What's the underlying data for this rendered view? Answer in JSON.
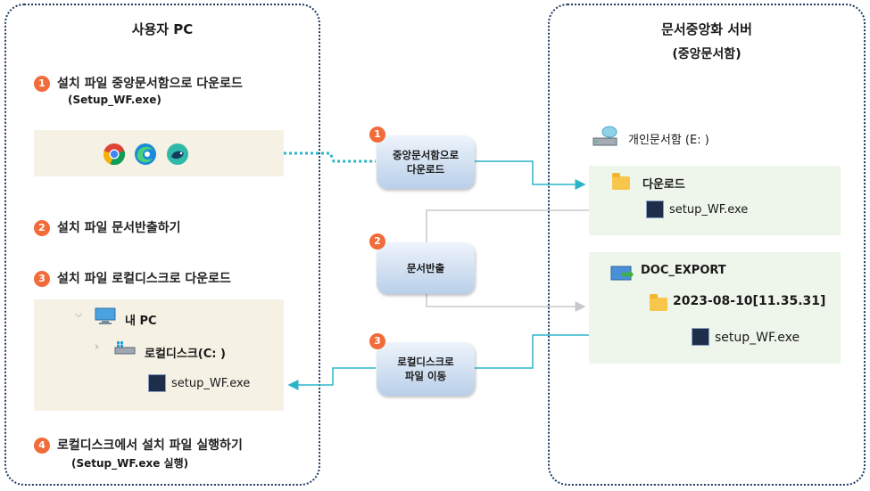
{
  "left_panel": {
    "title": "사용자 PC",
    "step1": {
      "num": "1",
      "text": "설치 파일 중앙문서함으로 다운로드",
      "sub": "(Setup_WF.exe)"
    },
    "browsers": [
      "chrome-icon",
      "edge-icon",
      "whale-icon"
    ],
    "step2": {
      "num": "2",
      "text": "설치 파일 문서반출하기"
    },
    "step3": {
      "num": "3",
      "text": "설치 파일 로컬디스크로 다운로드"
    },
    "explorer": {
      "pc": "내 PC",
      "disk": "로컬디스크(C: )",
      "file": "setup_WF.exe"
    },
    "step4": {
      "num": "4",
      "text": "로컬디스크에서 설치 파일 실행하기",
      "sub": "(Setup_WF.exe 실행)"
    }
  },
  "actions": [
    {
      "num": "1",
      "line1": "중앙문서함으로",
      "line2": "다운로드"
    },
    {
      "num": "2",
      "line1": "문서반출",
      "line2": ""
    },
    {
      "num": "3",
      "line1": "로컬디스크로",
      "line2": "파일 이동"
    }
  ],
  "right_panel": {
    "title": "문서중앙화 서버",
    "subtitle": "(중앙문서함)",
    "drive": "개인문서함 (E: )",
    "download_folder": "다운로드",
    "download_file": "setup_WF.exe",
    "export_folder": "DOC_EXPORT",
    "date_folder": "2023-08-10[11.35.31]",
    "export_file": "setup_WF.exe"
  },
  "colors": {
    "accent": "#f26b3a",
    "arrow": "#2bb5c9",
    "border": "#1f3a5f"
  }
}
